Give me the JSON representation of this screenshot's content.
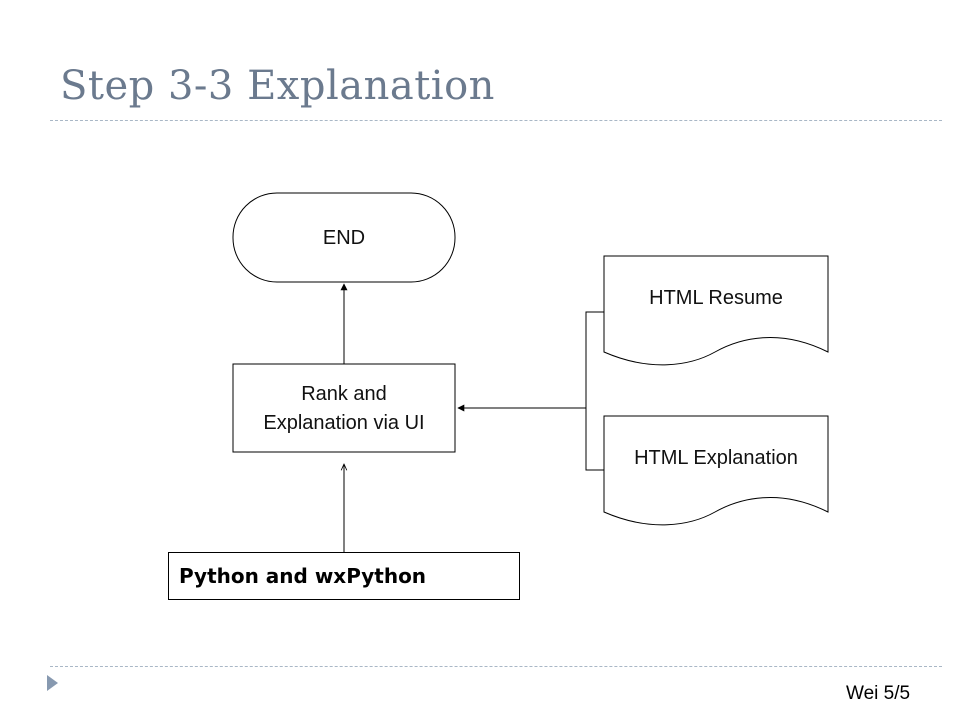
{
  "slide": {
    "title": "Step 3-3 Explanation",
    "footer": "Wei 5/5"
  },
  "diagram": {
    "end_terminal": "END",
    "process_line1": "Rank and",
    "process_line2": "Explanation via UI",
    "doc_resume": "HTML Resume",
    "doc_explanation": "HTML Explanation",
    "note": "Python and wxPython"
  }
}
